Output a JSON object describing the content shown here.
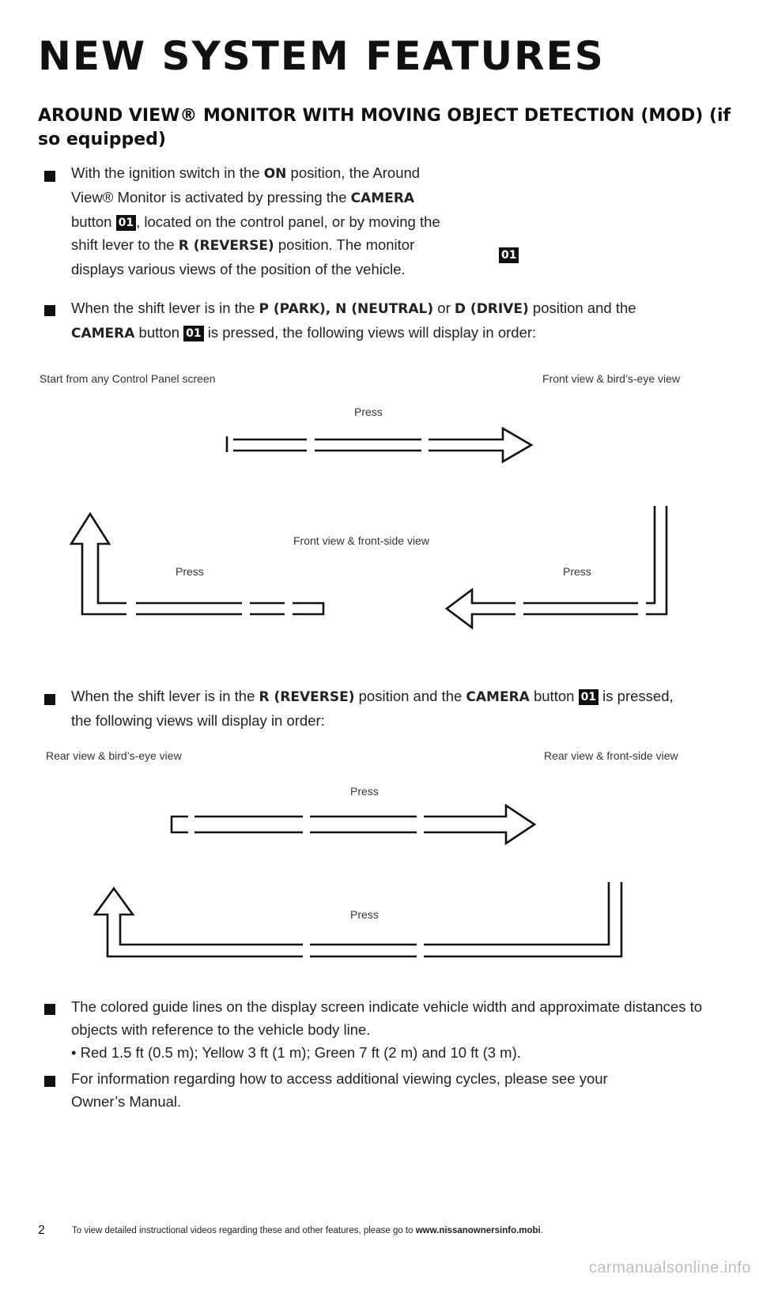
{
  "page": {
    "title": "NEW SYSTEM FEATURES",
    "section_title": "AROUND VIEW® MONITOR WITH MOVING OBJECT DETECTION (MOD) (if so equipped)",
    "number": "2"
  },
  "badge": "01",
  "bullet1": {
    "t1": "With the ignition switch in the ",
    "on": "ON",
    "t2": " position, the Around View® Monitor is activated by pressing the ",
    "camera": "CAMERA",
    "t3": " button ",
    "t4": ", located on the control panel, or by moving the shift lever to the ",
    "reverse": "R (REVERSE)",
    "t5": " position. The monitor displays various views of the position of the vehicle."
  },
  "bullet2": {
    "t1": "When the shift lever is in the ",
    "park": "P (PARK), N (NEUTRAL)",
    "t2": " or ",
    "drive": "D (DRIVE)",
    "t3": " position and the ",
    "camera": "CAMERA",
    "t4": " button ",
    "t5": " is pressed, the following views will display in order:"
  },
  "flow1": {
    "start": "Start from any Control Panel screen",
    "top_right": "Front view & bird’s-eye view",
    "middle": "Front view & front-side view",
    "press_top": "Press",
    "press_left": "Press",
    "press_right": "Press"
  },
  "bullet3": {
    "t1": "When the shift lever is in the ",
    "reverse": "R (REVERSE)",
    "t2": " position and the ",
    "camera": "CAMERA",
    "t3": " button ",
    "t4": " is pressed, the following views will display in order:"
  },
  "flow2": {
    "left": "Rear view & bird’s-eye view",
    "right": "Rear view & front-side view",
    "press_top": "Press",
    "press_bottom": "Press"
  },
  "bullet4": {
    "text": "The colored guide lines on the display screen indicate vehicle width and approximate distances to objects with reference to the vehicle body line.",
    "sub": "• Red 1.5 ft (0.5 m); Yellow 3 ft (1 m); Green 7 ft (2 m) and 10 ft (3 m)."
  },
  "bullet5": {
    "text": "For information regarding how to access additional viewing cycles, please see your Owner’s Manual."
  },
  "footer": {
    "text": "To view detailed instructional videos regarding these and other features, please go to ",
    "url": "www.nissanownersinfo.mobi",
    "end": "."
  },
  "watermark": "carmanualsonline.info"
}
